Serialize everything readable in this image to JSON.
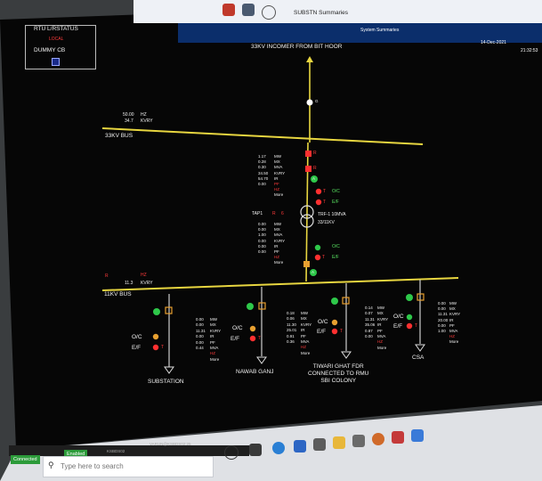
{
  "header": {
    "title": "SUBSTN Summaries",
    "menu2": "System Summaries",
    "date": "14-Dec-2021",
    "time": "21:32:53"
  },
  "rtu": {
    "title": "RTU L/RSTATUS",
    "mode": "LOCAL",
    "dummy": "DUMMY CB"
  },
  "incomer": {
    "label": "33KV INCOMER FROM BIT HOOR",
    "node": "G"
  },
  "bus33": {
    "label": "33KV BUS",
    "hz": "50.00",
    "hz_unit": "HZ",
    "kv": "34.7",
    "kv_unit": "KVRY"
  },
  "trf": {
    "name": "TRF-1 10MVA",
    "ratio": "33/11KV",
    "tap": "TAP1",
    "tap_value": "6",
    "hv": [
      {
        "v": "1.17",
        "u": "MW"
      },
      {
        "v": "0.28",
        "u": "MX"
      },
      {
        "v": "0.30",
        "u": "MVA"
      },
      {
        "v": "34.50",
        "u": "KVRY"
      },
      {
        "v": "54.70",
        "u": "IR"
      },
      {
        "v": "0.00",
        "u": "PF"
      },
      {
        "v": "",
        "u": "HZ"
      },
      {
        "v": "",
        "u": "More"
      }
    ],
    "lv": [
      {
        "v": "0.00",
        "u": "MW"
      },
      {
        "v": "0.00",
        "u": "MX"
      },
      {
        "v": "1.00",
        "u": "MVA"
      },
      {
        "v": "0.00",
        "u": "KVRY"
      },
      {
        "v": "0.00",
        "u": "IR"
      },
      {
        "v": "0.00",
        "u": "PF"
      },
      {
        "v": "",
        "u": "HZ"
      },
      {
        "v": "",
        "u": "More"
      }
    ]
  },
  "relay": {
    "oc": "O/C",
    "ef": "E/F",
    "r": "R",
    "t": "T",
    "a": "A"
  },
  "bus11": {
    "label": "11KV BUS",
    "hz_unit": "HZ",
    "kv": "11.3",
    "kv_unit": "KVRY",
    "r": "R"
  },
  "feeders": [
    {
      "name": "SUBSTATION",
      "vals": [
        {
          "v": "0.00",
          "u": "MW"
        },
        {
          "v": "0.00",
          "u": "MX"
        },
        {
          "v": "11.31",
          "u": "KVRY"
        },
        {
          "v": "0.00",
          "u": "IR"
        },
        {
          "v": "0.00",
          "u": "PF"
        },
        {
          "v": "0.44",
          "u": "MVA"
        },
        {
          "v": "",
          "u": "HZ"
        },
        {
          "v": "",
          "u": "More"
        }
      ]
    },
    {
      "name": "NAWAB GANJ",
      "vals": [
        {
          "v": "0.18",
          "u": "MW"
        },
        {
          "v": "0.06",
          "u": "MX"
        },
        {
          "v": "11.30",
          "u": "KVRY"
        },
        {
          "v": "25.01",
          "u": "IR"
        },
        {
          "v": "0.91",
          "u": "PF"
        },
        {
          "v": "0.36",
          "u": "MVA"
        },
        {
          "v": "",
          "u": "HZ"
        },
        {
          "v": "",
          "u": "More"
        }
      ]
    },
    {
      "name": "TIWARI GHAT FDR\nCONNECTED TO RMU\nSBI COLONY",
      "vals": [
        {
          "v": "0.14",
          "u": "MW"
        },
        {
          "v": "0.07",
          "u": "MX"
        },
        {
          "v": "11.31",
          "u": "KVRY"
        },
        {
          "v": "35.06",
          "u": "IR"
        },
        {
          "v": "0.87",
          "u": "PF"
        },
        {
          "v": "0.00",
          "u": "MVA"
        },
        {
          "v": "",
          "u": "HZ"
        },
        {
          "v": "",
          "u": "More"
        }
      ]
    },
    {
      "name": "CSA",
      "vals": [
        {
          "v": "0.00",
          "u": "MW"
        },
        {
          "v": "0.00",
          "u": "MX"
        },
        {
          "v": "11.31",
          "u": "KVRY"
        },
        {
          "v": "20.00",
          "u": "IR"
        },
        {
          "v": "0.00",
          "u": "PF"
        },
        {
          "v": "1.00",
          "u": "MVA"
        },
        {
          "v": "",
          "u": "HZ"
        },
        {
          "v": "",
          "u": "More"
        }
      ]
    }
  ],
  "status": {
    "connected": "Connected",
    "enabled": "Enabled",
    "host": "KSBDS02",
    "user": "VARUN@KSBDS02:25"
  },
  "taskbar": {
    "search_placeholder": "Type here to search"
  },
  "colors": {
    "bus": "#e8d640",
    "breaker_closed": "#ff3030",
    "ok": "#2ec84a",
    "bg": "#060606"
  }
}
